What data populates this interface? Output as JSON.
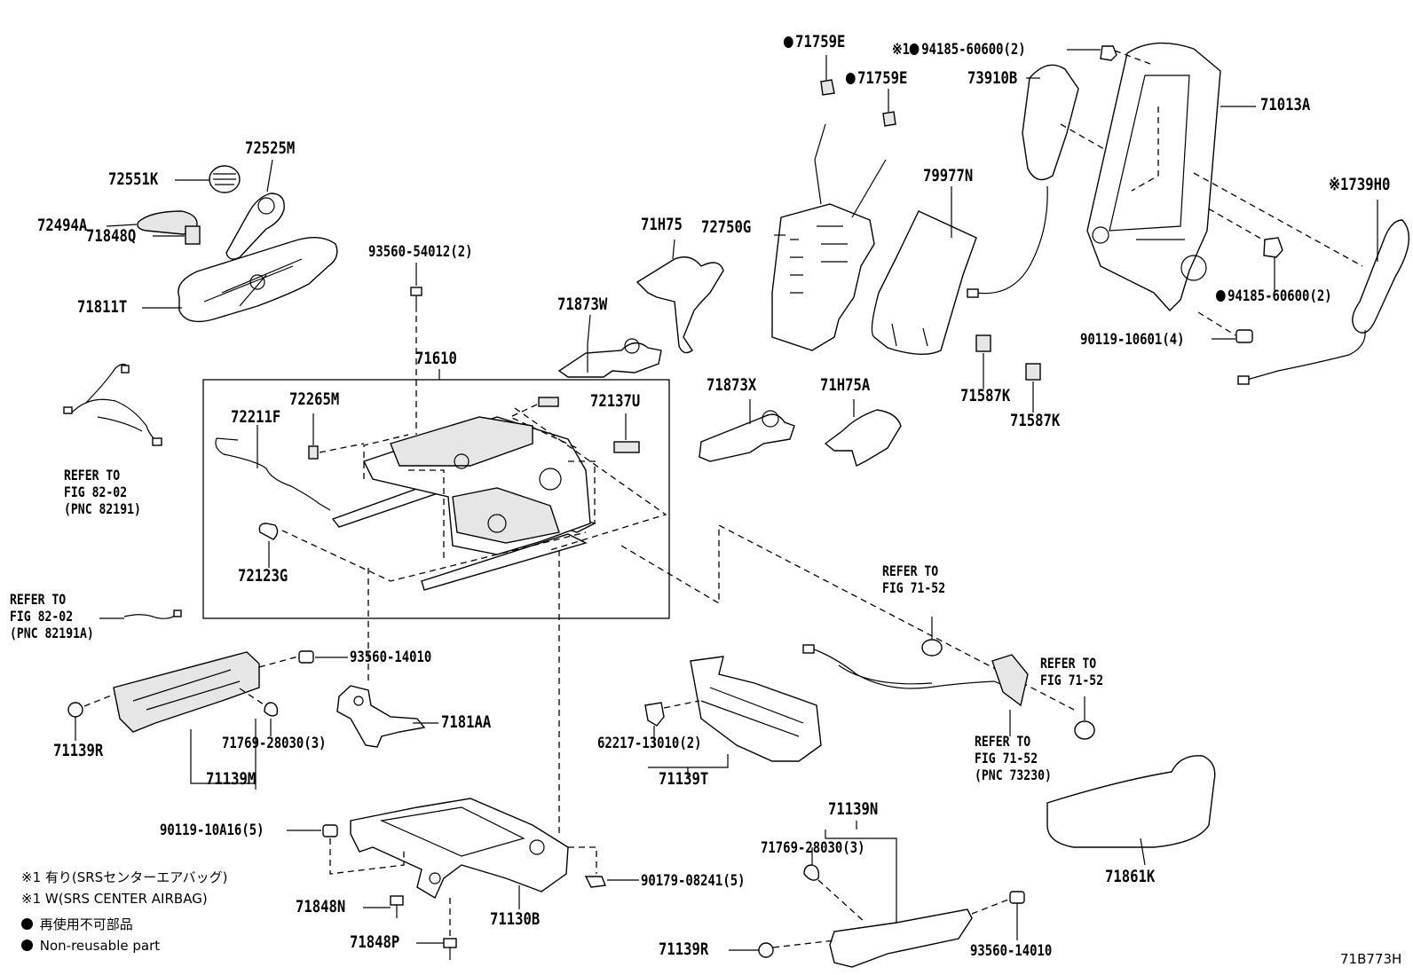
{
  "labels": {
    "p71759E_a": "71759E",
    "p71759E_b": "71759E",
    "p94185_top": "94185-60600(2)",
    "p94185_top_mark": "※1",
    "p73910B": "73910B",
    "p71013A": "71013A",
    "p739H0": "739H0",
    "p739H0_mark": "※1",
    "p94185_mid": "94185-60600(2)",
    "p90119_10601": "90119-10601(4)",
    "p79977N": "79977N",
    "p72750G": "72750G",
    "p71H75": "71H75",
    "p71873W": "71873W",
    "p71587K_a": "71587K",
    "p71587K_b": "71587K",
    "p71873X": "71873X",
    "p71H75A": "71H75A",
    "p72525M": "72525M",
    "p72551K": "72551K",
    "p72494A": "72494A",
    "p71848Q": "71848Q",
    "p71811T": "71811T",
    "p93560_54012": "93560-54012(2)",
    "p71610": "71610",
    "p72265M": "72265M",
    "p72211F": "72211F",
    "p72137U": "72137U",
    "p72123G": "72123G",
    "p93560_14010_a": "93560-14010",
    "p7181AA": "7181AA",
    "p71769_a": "71769-28030(3)",
    "p71139R_a": "71139R",
    "p71139M": "71139M",
    "p62217": "62217-13010(2)",
    "p71139T": "71139T",
    "p90119_10A16": "90119-10A16(5)",
    "p71848N": "71848N",
    "p71848P": "71848P",
    "p71130B": "71130B",
    "p90179": "90179-08241(5)",
    "p71139N": "71139N",
    "p71769_b": "71769-28030(3)",
    "p71139R_b": "71139R",
    "p93560_14010_b": "93560-14010",
    "p71861K": "71861K",
    "fig_id": "71B773H"
  },
  "refs": {
    "r1": [
      "REFER TO",
      "FIG 82-02",
      "(PNC 82191)"
    ],
    "r2": [
      "REFER TO",
      "FIG 82-02",
      "(PNC 82191A)"
    ],
    "r3": [
      "REFER TO",
      "FIG 71-52"
    ],
    "r4": [
      "REFER TO",
      "FIG 71-52"
    ],
    "r5": [
      "REFER TO",
      "FIG 71-52",
      "(PNC 73230)"
    ]
  },
  "legend": {
    "jp_option": "※1 有り(SRSセンターエアバッグ)",
    "en_option": "※1 W(SRS CENTER AIRBAG)",
    "jp_nonreusable": "再使用不可部品",
    "en_nonreusable": "Non-reusable part"
  }
}
